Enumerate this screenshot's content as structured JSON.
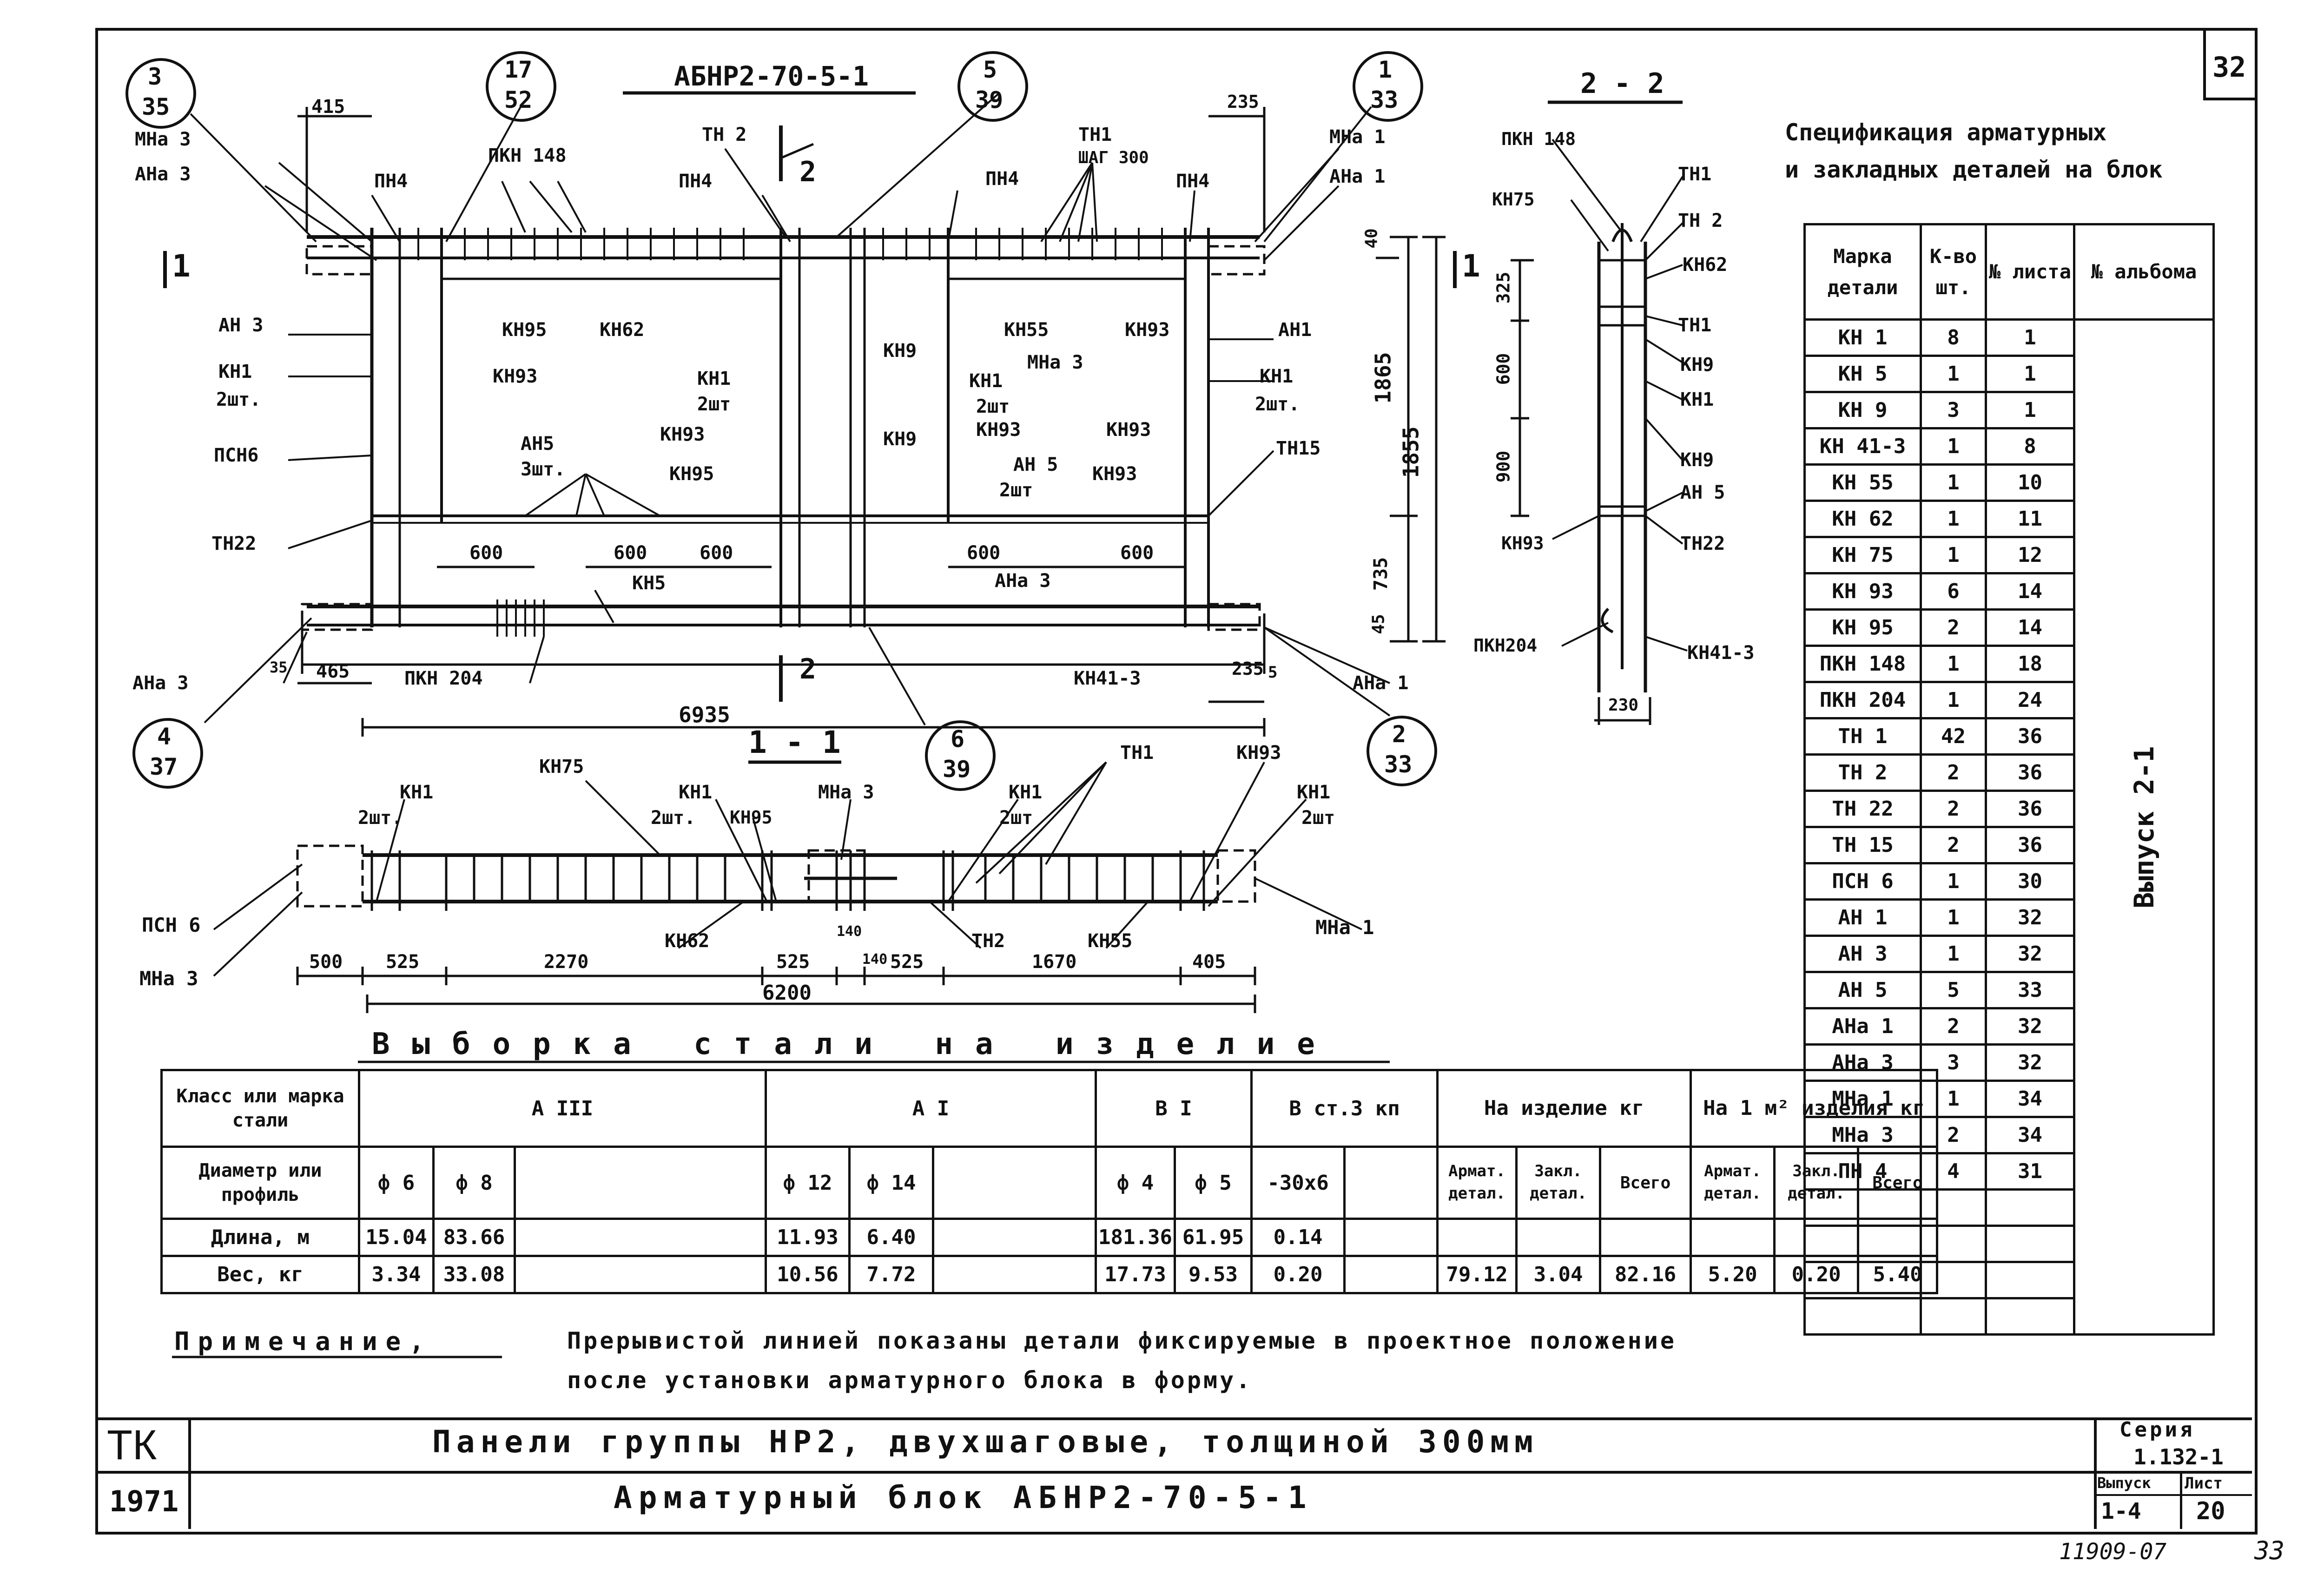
{
  "sheet_number": "32",
  "drawing_title": "АБНР2-70-5-1",
  "section_2_2": "2 - 2",
  "section_1_1": "1 - 1",
  "callouts": [
    {
      "top": "3",
      "bottom": "35"
    },
    {
      "top": "17",
      "bottom": "52"
    },
    {
      "top": "5",
      "bottom": "39"
    },
    {
      "top": "1",
      "bottom": "33"
    },
    {
      "top": "4",
      "bottom": "37"
    },
    {
      "top": "6",
      "bottom": "39"
    },
    {
      "top": "2",
      "bottom": "33"
    }
  ],
  "plan_labels": {
    "mna3_top": "МНа 3",
    "ana3_top": "АНа 3",
    "pn4_a": "ПН4",
    "pkn148": "ПКН 148",
    "tn2": "ТН 2",
    "pn4_b": "ПН4",
    "pn4_c": "ПН4",
    "tn1": "ТН1",
    "shag": "ШАГ 300",
    "pn4_d": "ПН4",
    "mna1_top": "МНа 1",
    "ana1_top": "АНа 1",
    "cut1": "1",
    "cut2": "2",
    "ah3": "АН 3",
    "kn1_left": "КН1",
    "sht2_left": "2шт.",
    "psn6": "ПСН6",
    "tn22": "ТН22",
    "kn95_a": "КН95",
    "kn62": "КН62",
    "kn93_a": "КН93",
    "kn1_mid": "КН1",
    "sht2_mid": "2шт",
    "kn93_b": "КН93",
    "ah5": "АН5",
    "sht3": "3шт.",
    "kn95_b": "КН95",
    "kn9_a": "КН9",
    "kn9_b": "КН9",
    "kn1_r": "КН1",
    "sht2_r": "2шт",
    "kn93_c": "КН93",
    "ah5_r": "АН 5",
    "sht2_ah5": "2шт",
    "kn93_d": "КН93",
    "kn55": "КН55",
    "mna3_mid": "МНа 3",
    "kn93_e": "КН93",
    "kn93_f": "КН93",
    "ah1": "АН1",
    "kn1_rr": "КН1",
    "sht2_rr": "2шт.",
    "tn15": "ТН15",
    "kn5": "КН5",
    "ana3_mid": "АНа 3",
    "pkn204": "ПКН 204",
    "kn41_3": "КН41-3",
    "ana3_bot": "АНа 3",
    "ana1_bot": "АНа 1"
  },
  "plan_dims": {
    "d415": "415",
    "d235_top": "235",
    "d40": "40",
    "d1865": "1865",
    "d1855": "1855",
    "d325": "325",
    "d735": "735",
    "d45": "45",
    "d600_1": "600",
    "d600_2": "600",
    "d600_3": "600",
    "d600_4": "600",
    "d600_5": "600",
    "d465": "465",
    "d35": "35",
    "d2355": "235",
    "d5": "5",
    "d6935": "6935"
  },
  "sec22_labels": {
    "pkn148": "ПКН 148",
    "kn75": "КН75",
    "tn1_a": "ТН1",
    "tn2": "ТН 2",
    "kn62": "КН62",
    "tn1_b": "ТН1",
    "kn9_a": "КН9",
    "kn1": "КН1",
    "kn9_b": "КН9",
    "ah5": "АН 5",
    "kn93": "КН93",
    "tn22": "ТН22",
    "pkn204": "ПКН204",
    "kn41_3": "КН41-3",
    "d325": "325",
    "d600": "600",
    "d900": "900",
    "d230": "230"
  },
  "sec11_labels": {
    "kn75": "КН75",
    "kn1_a": "КН1",
    "sht2_a": "2шт.",
    "kn1_b": "КН1",
    "sht2_b": "2шт.",
    "kn95": "КН95",
    "mna3_a": "МНа 3",
    "kn1_c": "КН1",
    "sht2_c": "2шт",
    "tn1": "ТН1",
    "kn93": "КН93",
    "kn1_d": "КН1",
    "sht2_d": "2шт",
    "psn6": "ПСН 6",
    "mna3_b": "МНа 3",
    "mna1": "МНа 1",
    "kn62": "КН62",
    "tn2": "ТН2",
    "kn55": "КН55",
    "d500": "500",
    "d525_a": "525",
    "d2270": "2270",
    "d525_b": "525",
    "d140_a": "140",
    "d140_b": "140",
    "d525_c": "525",
    "d1670": "1670",
    "d405": "405",
    "d6200": "6200"
  },
  "spec": {
    "title_line1": "Спецификация арматурных",
    "title_line2": "и закладных деталей на блок",
    "headers": [
      "Марка детали",
      "К-во шт.",
      "№ листа",
      "№ альбома"
    ],
    "rows": [
      [
        "КН 1",
        "8",
        "1"
      ],
      [
        "КН 5",
        "1",
        "1"
      ],
      [
        "КН 9",
        "3",
        "1"
      ],
      [
        "КН 41-3",
        "1",
        "8"
      ],
      [
        "КН 55",
        "1",
        "10"
      ],
      [
        "КН 62",
        "1",
        "11"
      ],
      [
        "КН 75",
        "1",
        "12"
      ],
      [
        "КН 93",
        "6",
        "14"
      ],
      [
        "КН 95",
        "2",
        "14"
      ],
      [
        "ПКН 148",
        "1",
        "18"
      ],
      [
        "ПКН 204",
        "1",
        "24"
      ],
      [
        "ТН 1",
        "42",
        "36"
      ],
      [
        "ТН 2",
        "2",
        "36"
      ],
      [
        "ТН 22",
        "2",
        "36"
      ],
      [
        "ТН 15",
        "2",
        "36"
      ],
      [
        "ПСН 6",
        "1",
        "30"
      ],
      [
        "АН 1",
        "1",
        "32"
      ],
      [
        "АН 3",
        "1",
        "32"
      ],
      [
        "АН 5",
        "5",
        "33"
      ],
      [
        "АНа 1",
        "2",
        "32"
      ],
      [
        "АНа 3",
        "3",
        "32"
      ],
      [
        "МНа 1",
        "1",
        "34"
      ],
      [
        "МНа 3",
        "2",
        "34"
      ],
      [
        "ПН 4",
        "4",
        "31"
      ]
    ],
    "album": "Выпуск 2-1"
  },
  "steel": {
    "title": "Выборка стали на изделие",
    "row_class": "Класс или марка стали",
    "row_diam": "Диаметр или профиль",
    "row_len": "Длина, м",
    "row_wt": "Вес, кг",
    "classes": [
      "А III",
      "А I",
      "В I",
      "В ст.3 кп"
    ],
    "per_item": "На изделие кг",
    "per_m2": "На 1 м² изделия кг",
    "diams": [
      "ф 6",
      "ф 8",
      "",
      "ф 12",
      "ф 14",
      "",
      "ф 4",
      "ф 5",
      "-30х6",
      ""
    ],
    "sub": [
      "Армат. детал.",
      "Закл. детал.",
      "Всего",
      "Армат. детал.",
      "Закл. детал.",
      "Всего"
    ],
    "lengths": [
      "15.04",
      "83.66",
      "",
      "11.93",
      "6.40",
      "",
      "181.36",
      "61.95",
      "0.14",
      ""
    ],
    "weights": [
      "3.34",
      "33.08",
      "",
      "10.56",
      "7.72",
      "",
      "17.73",
      "9.53",
      "0.20",
      ""
    ],
    "totals": [
      "79.12",
      "3.04",
      "82.16",
      "5.20",
      "0.20",
      "5.40"
    ]
  },
  "note": {
    "label": "Примечание,",
    "line1": "Прерывистой линией показаны детали фиксируемые в проектное положение",
    "line2": "после установки арматурного блока в форму."
  },
  "title_block": {
    "tk": "ТК",
    "year": "1971",
    "line1": "Панели группы НР2, двухшаговые, толщиной 300мм",
    "line2": "Арматурный блок АБНР2-70-5-1",
    "seria_label": "Серия",
    "seria": "1.132-1",
    "vypusk_label": "Выпуск",
    "vypusk": "1-4",
    "list_label": "Лист",
    "list": "20"
  },
  "footer_code": "11909-07",
  "footer_page": "33"
}
